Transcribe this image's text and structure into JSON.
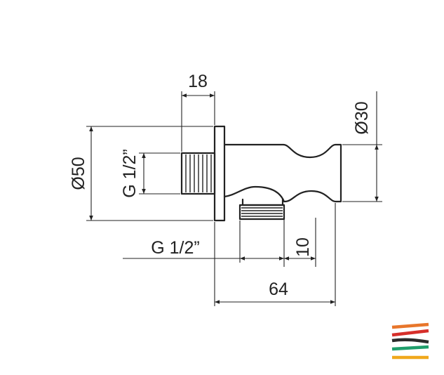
{
  "drawing": {
    "dimensions": {
      "top_width": "18",
      "diameter_left": "Ø50",
      "thread_left": "G 1/2”",
      "diameter_right": "Ø30",
      "thread_bottom": "G 1/2”",
      "height_small": "10",
      "overall_length": "64"
    },
    "logo": {
      "stripe_colors": [
        "#e8762b",
        "#d62f2a",
        "#2b2b2b",
        "#1f9e6b",
        "#f0a81c"
      ]
    }
  }
}
